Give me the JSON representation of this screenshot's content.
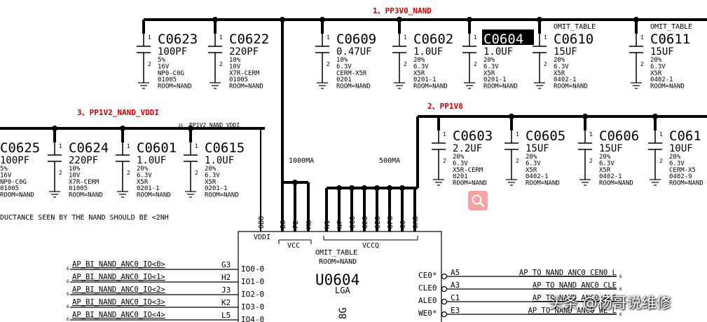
{
  "nets": {
    "rail1": "1、PP3V0_NAND",
    "rail2": "2、PP1V8",
    "rail3": "3、PP1V2_NAND_VDDI",
    "rail3_small": "PP1V2_NAND_VDDI",
    "rail3_small_prefix": "35",
    "current_1000": "1000MA",
    "current_500": "500MA",
    "inductance_note": "DUCTANCE SEEN BY THE NAND SHOULD BE <2NH"
  },
  "capacitors": [
    {
      "ref": "C0623",
      "value": "100PF",
      "details": [
        "5%",
        "16V",
        "NP0-C0G",
        "01005",
        "ROOM=NAND"
      ],
      "omit": ""
    },
    {
      "ref": "C0622",
      "value": "220PF",
      "details": [
        "10%",
        "10V",
        "X7R-CERM",
        "01005",
        "ROOM=NAND"
      ],
      "omit": ""
    },
    {
      "ref": "C0609",
      "value": "0.47UF",
      "details": [
        "10%",
        "6.3V",
        "CERM-X5R",
        "0201",
        "ROOM=NAND"
      ],
      "omit": ""
    },
    {
      "ref": "C0602",
      "value": "1.0UF",
      "details": [
        "20%",
        "6.3V",
        "X5R",
        "0201-1",
        "ROOM=NAND"
      ],
      "omit": ""
    },
    {
      "ref": "C0604",
      "value": "1.0UF",
      "details": [
        "20%",
        "6.3V",
        "X5R",
        "0201-1",
        "ROOM=NAND"
      ],
      "omit": "",
      "highlighted": true
    },
    {
      "ref": "C0610",
      "value": "15UF",
      "details": [
        "20%",
        "6.3V",
        "X5R",
        "0402-1",
        "ROOM=NAND"
      ],
      "omit": "OMIT_TABLE"
    },
    {
      "ref": "C0611",
      "value": "15UF",
      "details": [
        "20%",
        "6.3V",
        "X5R",
        "0402-1",
        "ROOM=NAND"
      ],
      "omit": "OMIT_TABLE"
    },
    {
      "ref": "C0603",
      "value": "2.2UF",
      "details": [
        "20%",
        "6.3V",
        "X5R-CERM",
        "0201",
        "ROOM=NAND"
      ],
      "omit": ""
    },
    {
      "ref": "C0605",
      "value": "15UF",
      "details": [
        "20%",
        "6.3V",
        "X5R",
        "0402-1",
        "ROOM=NAND"
      ],
      "omit": ""
    },
    {
      "ref": "C0606",
      "value": "15UF",
      "details": [
        "20%",
        "6.3V",
        "X5R",
        "0402-1",
        "ROOM=NAND"
      ],
      "omit": ""
    },
    {
      "ref": "C061",
      "value": "10UF",
      "details": [
        "20%",
        "6.3V",
        "CERM-X5",
        "0402-9",
        "ROOM=NAND"
      ],
      "omit": ""
    },
    {
      "ref": "C0625",
      "value": "100PF",
      "details": [
        "5%",
        "16V",
        "NP0-C0G",
        "01005",
        "ROOM=NAND"
      ],
      "omit": ""
    },
    {
      "ref": "C0624",
      "value": "220PF",
      "details": [
        "10%",
        "10V",
        "X7R-CERM",
        "01005",
        "ROOM=NAND"
      ],
      "omit": ""
    },
    {
      "ref": "C0601",
      "value": "1.0UF",
      "details": [
        "20%",
        "6.3V",
        "X5R",
        "0201-1",
        "ROOM=NAND"
      ],
      "omit": ""
    },
    {
      "ref": "C0615",
      "value": "1.0UF",
      "details": [
        "20%",
        "6.3V",
        "X5R",
        "0201-1",
        "ROOM=NAND"
      ],
      "omit": ""
    }
  ],
  "pin_numbers": {
    "one": "1",
    "two": "2"
  },
  "ic": {
    "ref": "U0604",
    "package": "LGA",
    "omit": "OMIT_TABLE",
    "room": "ROOM=NAND",
    "partial": "8G",
    "group_vddi": "VDDI",
    "group_vcc": "VCC",
    "group_vccq": "VCCQ",
    "top_pins": [
      "OB8",
      "B6",
      "F2",
      "M6",
      "N1",
      "N7",
      "OC8",
      "OD8",
      "OE8",
      "OF8",
      "G0",
      "OA8"
    ],
    "left_pins": [
      {
        "net": "AP_BI_NAND_ANC0_IO<0>",
        "pin": "G3",
        "name": "IO0-0"
      },
      {
        "net": "AP_BI_NAND_ANC0_IO<1>",
        "pin": "H2",
        "name": "IO1-0"
      },
      {
        "net": "AP_BI_NAND_ANC0_IO<2>",
        "pin": "J3",
        "name": "IO2-0"
      },
      {
        "net": "AP_BI_NAND_ANC0_IO<3>",
        "pin": "K2",
        "name": "IO3-0"
      },
      {
        "net": "AP_BI_NAND_ANC0_IO<4>",
        "pin": "L5",
        "name": "IO4-0"
      }
    ],
    "right_pins": [
      {
        "name": "CE0*",
        "pin": "A5",
        "net": "AP_TO_NAND_ANC0_CEN0_L"
      },
      {
        "name": "CLE0",
        "pin": "A3",
        "net": "AP_TO_NAND_ANC0_CLE"
      },
      {
        "name": "ALE0",
        "pin": "C1",
        "net": "AP_TO_NAND_ANC0_ALE"
      },
      {
        "name": "WE0*",
        "pin": "E3",
        "net": "AP_TO_NAND_ANC0_WE_L"
      }
    ],
    "offpage_marker": "6"
  },
  "watermark": "头条 @杨哥说维修",
  "icons": {
    "search": "search-icon"
  },
  "colors": {
    "wire": "#000000",
    "net_label": "#cc0000",
    "highlight_bg": "#000000",
    "highlight_fg": "#ffffff",
    "search_bg": "#f4a2a4"
  }
}
